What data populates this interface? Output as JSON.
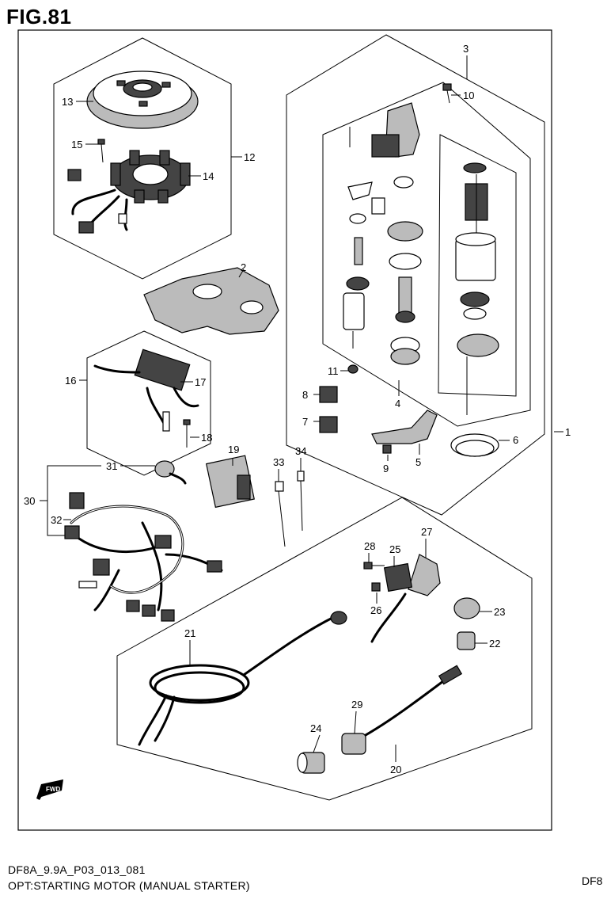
{
  "figure": {
    "title": "FIG.81",
    "code": "DF8A_9.9A_P03_013_081",
    "description": "OPT:STARTING MOTOR (MANUAL STARTER)",
    "right_fragment": "DF8"
  },
  "callouts": [
    "1",
    "2",
    "3",
    "4",
    "5",
    "6",
    "7",
    "8",
    "9",
    "10",
    "11",
    "12",
    "13",
    "14",
    "15",
    "16",
    "17",
    "18",
    "19",
    "20",
    "21",
    "22",
    "23",
    "24",
    "25",
    "26",
    "27",
    "28",
    "29",
    "30",
    "31",
    "32",
    "33",
    "34"
  ],
  "icons": {
    "direction_marker": "fwd-arrow-icon"
  }
}
